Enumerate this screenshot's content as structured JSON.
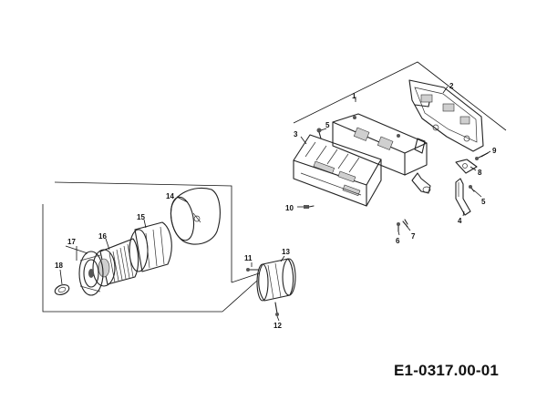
{
  "callouts": {
    "c1": "1",
    "c2": "2",
    "c3": "3",
    "c4": "4",
    "c5a": "5",
    "c5b": "5",
    "c6": "6",
    "c7": "7",
    "c8": "8",
    "c9": "9",
    "c10": "10",
    "c11": "11",
    "c12": "12",
    "c13": "13",
    "c14": "14",
    "c15": "15",
    "c16": "16",
    "c17": "17",
    "c18": "18"
  },
  "document_code": "E1-0317.00-01"
}
